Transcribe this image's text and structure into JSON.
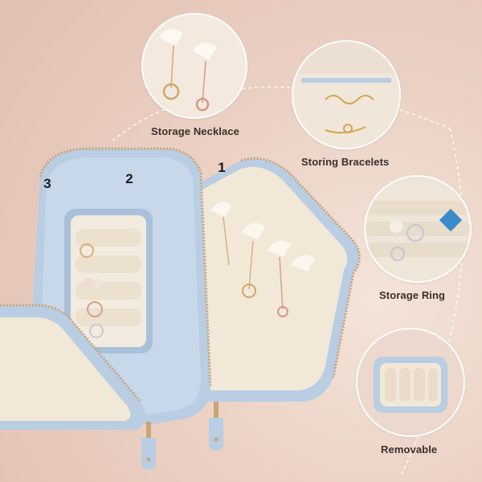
{
  "captions": {
    "necklace": "Storage Necklace",
    "bracelets": "Storing Bracelets",
    "ring": "Storage Ring",
    "removable": "Removable"
  },
  "compartments": {
    "one": "1",
    "two": "2",
    "three": "3"
  },
  "colors": {
    "case_blue": "#b9cde3",
    "lining_cream": "#f1e8d8",
    "background_pink": "#e8cbbd",
    "zipper_gold": "#c9a474"
  }
}
